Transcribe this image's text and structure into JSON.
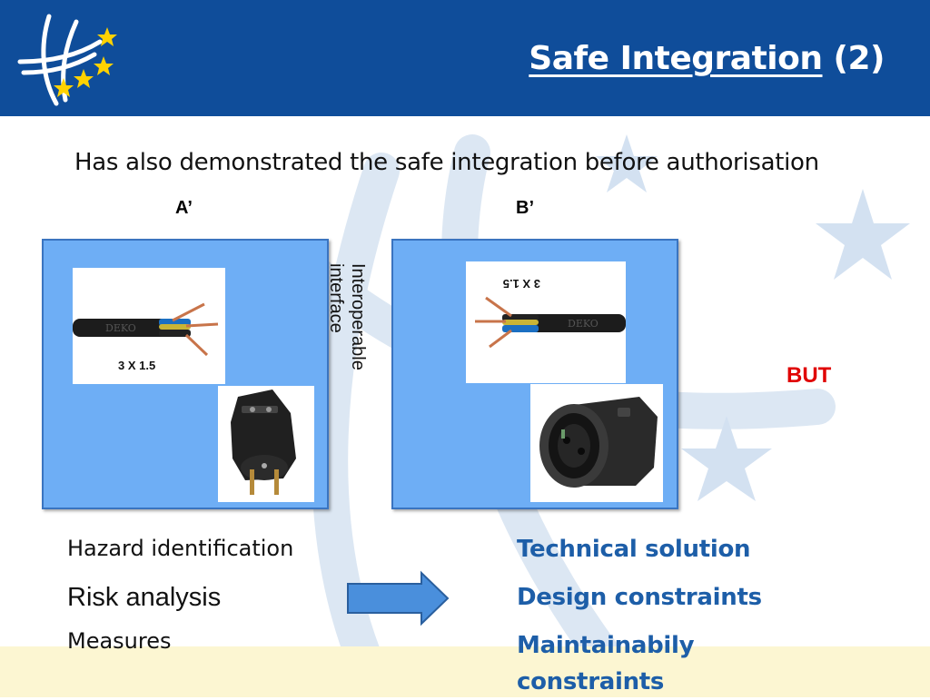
{
  "header": {
    "title_main": "Safe Integration",
    "title_suffix": " (2)"
  },
  "subtitle": "Has also demonstrated the safe integration before authorisation",
  "panels": {
    "a_label": "A’",
    "b_label": "B’",
    "cable_a_text": "3 X 1.5",
    "cable_b_text": "3 X 1.5",
    "brand_watermark": "DEKO"
  },
  "interface_label": "Interoperable\ninterface",
  "but_label": "BUT",
  "left_list": {
    "hazard": "Hazard identification",
    "risk": "Risk analysis",
    "measures": "Measures"
  },
  "right_list": {
    "technical": "Technical solution",
    "design": "Design constraints",
    "maintainability": "Maintainabily constraints"
  },
  "colors": {
    "header_bg": "#0f4d9a",
    "panel_bg": "#6eaef5",
    "accent_blue_text": "#1d5ea8",
    "but_red": "#e00000",
    "footer_band": "#fcf6d2",
    "arrow_fill": "#4a8fdc"
  },
  "icons": [
    "era-logo-icon",
    "arrow-right-icon",
    "cable-photo",
    "plug-photo",
    "socket-photo"
  ]
}
